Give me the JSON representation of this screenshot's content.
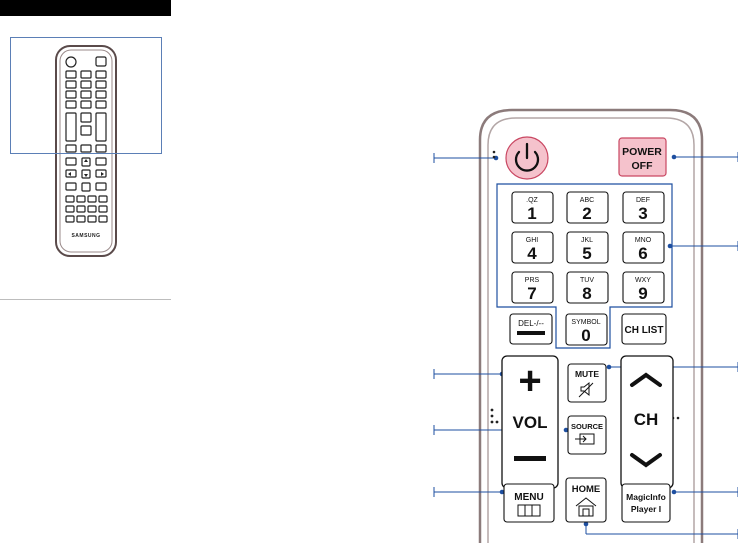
{
  "thumbnail": {
    "brand": "SAMSUNG"
  },
  "remote": {
    "power_off": {
      "line1": "POWER",
      "line2": "OFF"
    },
    "numpad": [
      {
        "sub": ".QZ",
        "num": "1"
      },
      {
        "sub": "ABC",
        "num": "2"
      },
      {
        "sub": "DEF",
        "num": "3"
      },
      {
        "sub": "GHI",
        "num": "4"
      },
      {
        "sub": "JKL",
        "num": "5"
      },
      {
        "sub": "MNO",
        "num": "6"
      },
      {
        "sub": "PRS",
        "num": "7"
      },
      {
        "sub": "TUV",
        "num": "8"
      },
      {
        "sub": "WXY",
        "num": "9"
      }
    ],
    "del": "DEL-/--",
    "zero": {
      "sub": "SYMBOL",
      "num": "0"
    },
    "ch_list": "CH LIST",
    "vol": {
      "plus": "+",
      "label": "VOL",
      "minus": "—"
    },
    "mute": "MUTE",
    "source": "SOURCE",
    "ch": "CH",
    "menu": "MENU",
    "home": "HOME",
    "magicinfo": {
      "line1": "MagicInfo",
      "line2": "Player I"
    }
  },
  "colors": {
    "accent": "#1e4fa0",
    "power_fill": "#f5c2cc",
    "power_stroke": "#c94762",
    "body_stroke": "#8c7b7b"
  }
}
